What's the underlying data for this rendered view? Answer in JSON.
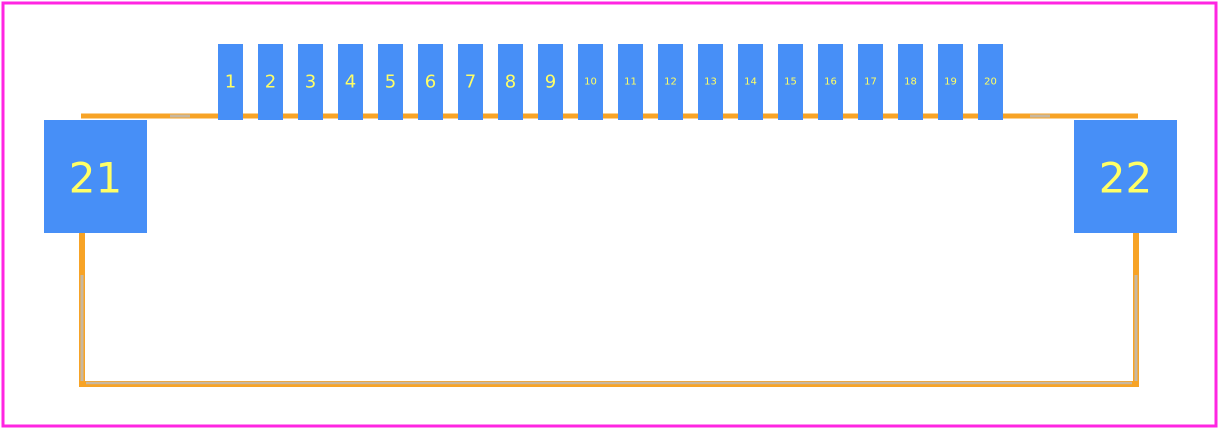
{
  "colors": {
    "background": "#ffffff",
    "board_outline": "#ff26e2",
    "pad_fill": "#478ff7",
    "pad_label": "#ffff66",
    "silkscreen": "#f7a326",
    "silkscreen_overlay": "#c8b8a0"
  },
  "signal_pads": [
    {
      "label": "1"
    },
    {
      "label": "2"
    },
    {
      "label": "3"
    },
    {
      "label": "4"
    },
    {
      "label": "5"
    },
    {
      "label": "6"
    },
    {
      "label": "7"
    },
    {
      "label": "8"
    },
    {
      "label": "9"
    },
    {
      "label": "10"
    },
    {
      "label": "11"
    },
    {
      "label": "12"
    },
    {
      "label": "13"
    },
    {
      "label": "14"
    },
    {
      "label": "15"
    },
    {
      "label": "16"
    },
    {
      "label": "17"
    },
    {
      "label": "18"
    },
    {
      "label": "19"
    },
    {
      "label": "20"
    }
  ],
  "mount_pads": [
    {
      "label": "21"
    },
    {
      "label": "22"
    }
  ]
}
